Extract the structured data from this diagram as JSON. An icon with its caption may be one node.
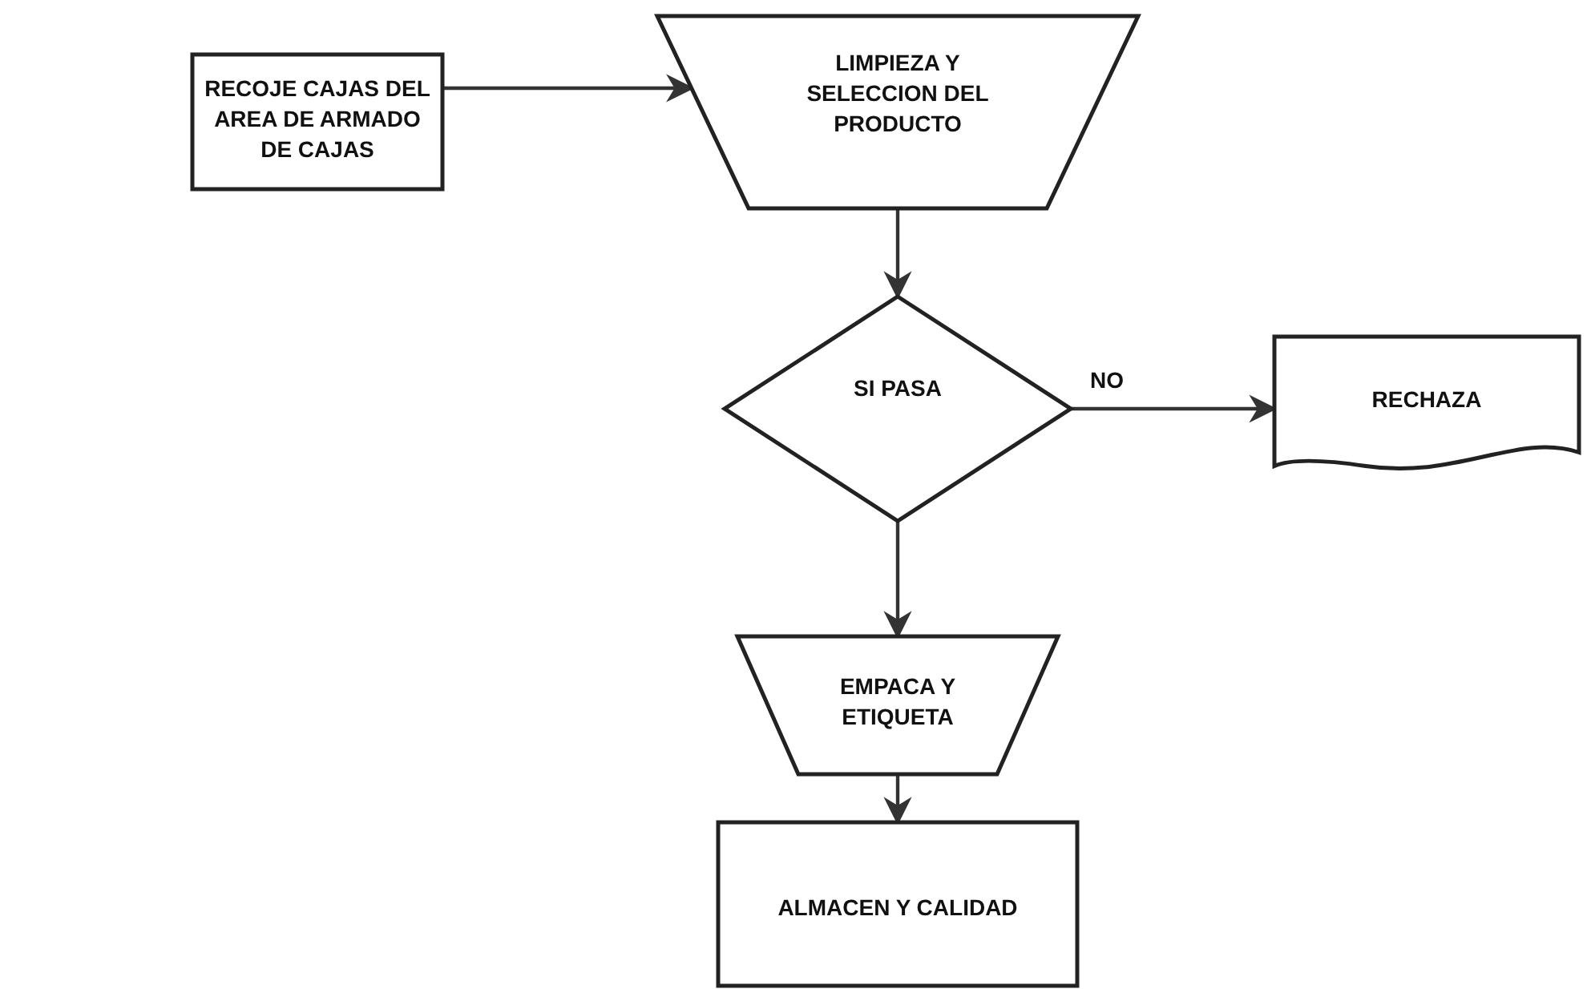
{
  "diagram": {
    "nodes": [
      {
        "text": [
          "RECOJE CAJAS DEL AREA DE ARMADO DE CAJAS"
        ]
      },
      {
        "text": [
          "LIMPIEZA Y SELECCION DEL PRODUCTO"
        ]
      },
      {
        "text": [
          "SI PASA"
        ]
      },
      {
        "text": [
          "RECHAZA"
        ]
      },
      {
        "text": [
          "EMPACA Y ETIQUETA"
        ]
      },
      {
        "text": [
          "ALMACEN Y CALIDAD"
        ]
      }
    ],
    "edges": [
      {
        "from": 0,
        "to": 1,
        "arrow": "to"
      },
      {
        "from": 1,
        "to": 2,
        "arrow": "to"
      },
      {
        "from": 2,
        "to": 3,
        "arrow": "to",
        "label": "NO"
      },
      {
        "from": 2,
        "to": 4,
        "arrow": "to"
      },
      {
        "from": 4,
        "to": 5,
        "arrow": "to"
      }
    ]
  }
}
